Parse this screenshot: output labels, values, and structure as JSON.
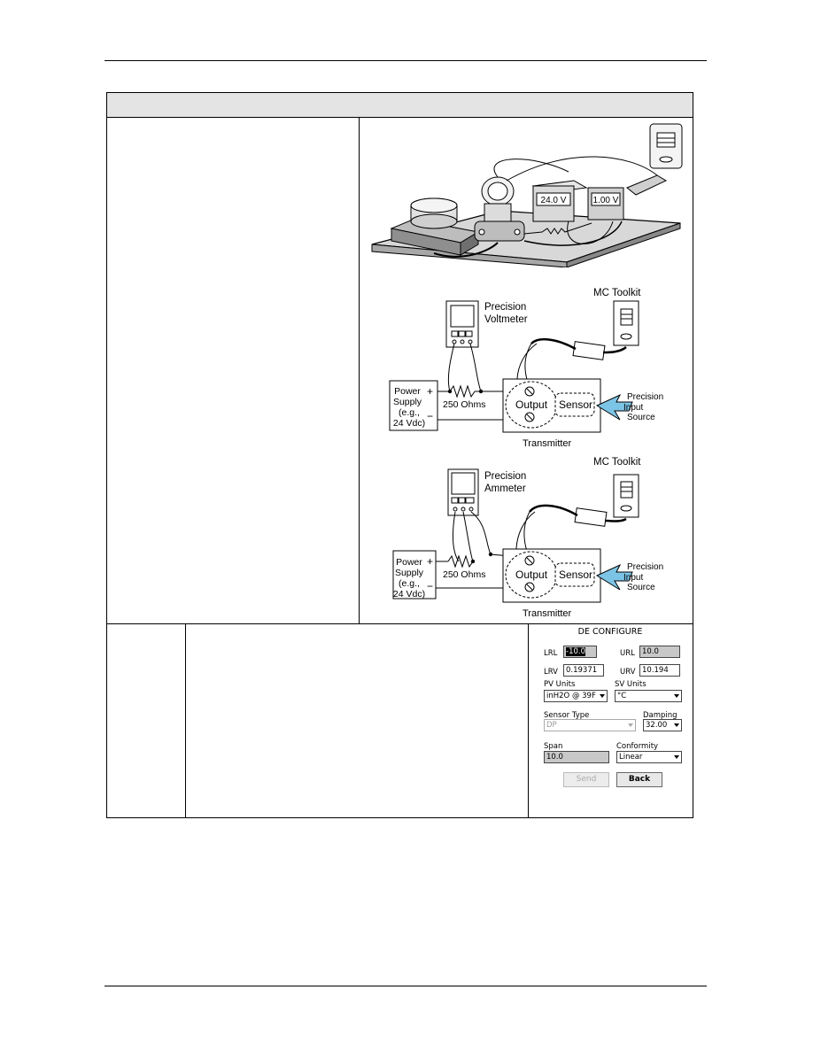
{
  "bench_setup": {
    "voltmeter_reading": "24.0 V",
    "meter_reading": "1.00 V"
  },
  "voltmeter_diagram": {
    "meter_label_line1": "Precision",
    "meter_label_line2": "Voltmeter",
    "toolkit_label": "MC Toolkit",
    "power_supply_line1": "Power",
    "power_supply_line2": "Supply",
    "power_supply_line3": "(e.g.,",
    "power_supply_line4": "24 Vdc)",
    "plus": "+",
    "minus": "−",
    "resistor_label": "250 Ohms",
    "output_label": "Output",
    "sensor_label": "Sensor",
    "source_line1": "Precision",
    "source_line2": "Input",
    "source_line3": "Source",
    "transmitter_label": "Transmitter"
  },
  "ammeter_diagram": {
    "meter_label_line1": "Precision",
    "meter_label_line2": "Ammeter",
    "toolkit_label": "MC Toolkit",
    "power_supply_line1": "Power",
    "power_supply_line2": "Supply",
    "power_supply_line3": "(e.g.,",
    "power_supply_line4": "24 Vdc)",
    "plus": "+",
    "minus": "−",
    "resistor_label": "250 Ohms",
    "output_label": "Output",
    "sensor_label": "Sensor",
    "source_line1": "Precision",
    "source_line2": "Input",
    "source_line3": "Source",
    "transmitter_label": "Transmitter"
  },
  "de_configure": {
    "title": "DE CONFIGURE",
    "lrl_label": "LRL",
    "lrl_value": "-10.0",
    "url_label": "URL",
    "url_value": "10.0",
    "lrv_label": "LRV",
    "lrv_value": "0.19371",
    "urv_label": "URV",
    "urv_value": "10.194",
    "pv_units_label": "PV Units",
    "pv_units_value": "inH2O @ 39F",
    "sv_units_label": "SV Units",
    "sv_units_value": "°C",
    "sensor_type_label": "Sensor Type",
    "sensor_type_value": "DP",
    "damping_label": "Damping",
    "damping_value": "32.00",
    "span_label": "Span",
    "span_value": "10.0",
    "conformity_label": "Conformity",
    "conformity_value": "Linear",
    "send_label": "Send",
    "back_label": "Back"
  }
}
